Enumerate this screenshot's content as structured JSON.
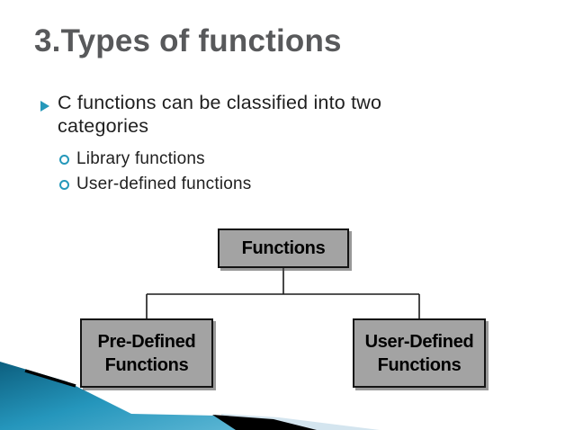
{
  "slide_title": "3.Types of functions",
  "bullets": {
    "main_lines": [
      "C functions can be classified into two",
      "categories"
    ],
    "sub_items": [
      "Library functions",
      "User-defined functions"
    ]
  },
  "diagram": {
    "root_label": "Functions",
    "children": [
      {
        "lines": [
          "Pre-Defined",
          "Functions"
        ]
      },
      {
        "lines": [
          "User-Defined",
          "Functions"
        ]
      }
    ]
  },
  "icons": {
    "main_bullet": "arrow-bullet-icon",
    "sub_bullet": "circle-bullet-icon"
  },
  "colors": {
    "accent_teal": "#2598BA",
    "title_gray": "#58595B",
    "body_text": "#1F1F1F",
    "box_fill": "#A3A3A3",
    "box_border": "#141414",
    "connector_line": "#1A1A1A",
    "pale_blue_swoosh": "#D4E5EF",
    "black_swoosh": "#000000",
    "teal_gradient": [
      "#0C5F7F",
      "#2596BC",
      "#5CB6D4"
    ]
  }
}
